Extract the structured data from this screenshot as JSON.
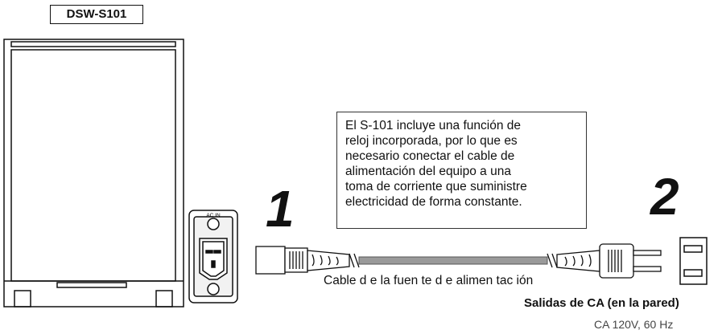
{
  "model_label": "DSW-S101",
  "note_lines": [
    "El S-101 incluye una función de",
    "reloj incorporada, por lo que es",
    "necesario conectar el cable de",
    "alimentación del equipo a una",
    "toma de corriente que suministre",
    "electricidad de forma constante."
  ],
  "steps": {
    "one": "1",
    "two": "2"
  },
  "ac_inlet_label": "AC IN",
  "cable_label": "Cable d e la fuen te d e alimen tac ión",
  "outlet_label": "Salidas de CA (en la pared)",
  "outlet_spec": "CA 120V, 60 Hz"
}
